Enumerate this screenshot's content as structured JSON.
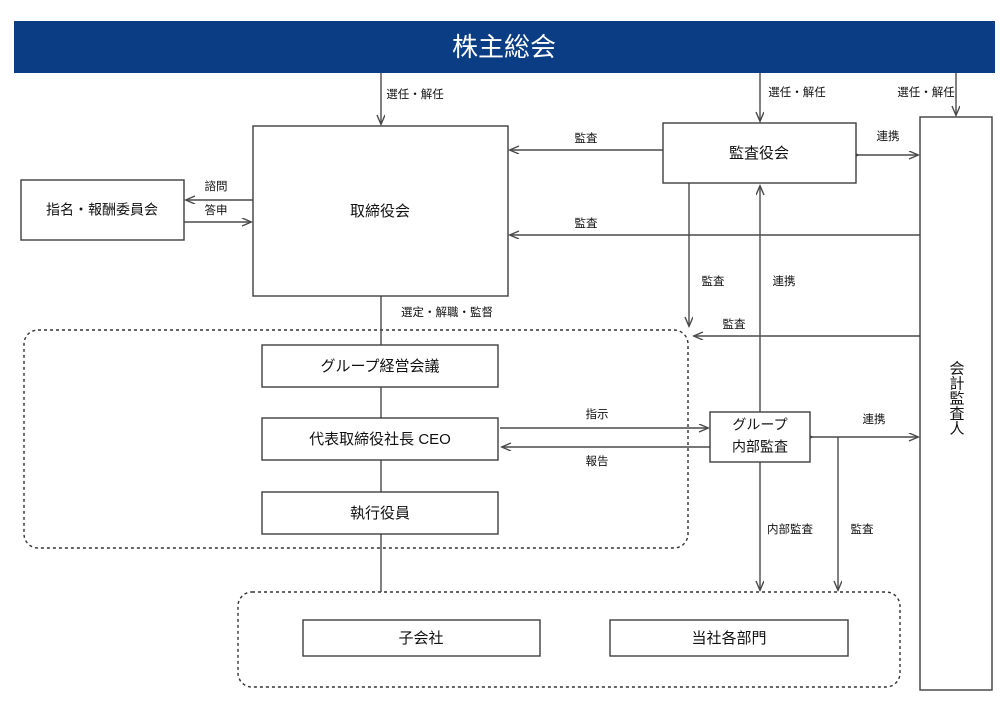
{
  "banner": {
    "label": "株主総会",
    "bg": "#0a3d84",
    "fg": "#ffffff"
  },
  "nodes": {
    "board": "取締役会",
    "committee": "指名・報酬委員会",
    "audit_board": "監査役会",
    "accounting_auditor": "会計監査人",
    "group_mgmt_meeting": "グループ経営会議",
    "ceo": "代表取締役社長 CEO",
    "executive_officers": "執行役員",
    "group_internal_audit_line1": "グループ",
    "group_internal_audit_line2": "内部監査",
    "subsidiary": "子会社",
    "divisions": "当社各部門"
  },
  "edges": {
    "appoint_dismiss_board": "選任・解任",
    "appoint_dismiss_auditboard": "選任・解任",
    "appoint_dismiss_accounting": "選任・解任",
    "consult": "諮問",
    "report_back": "答申",
    "audit_to_board_upper": "監査",
    "audit_to_board_lower": "監査",
    "cooperation_top": "連携",
    "cooperation_mid": "連携",
    "cooperation_audit_unit": "連携",
    "audit_down_left": "監査",
    "audit_into_group": "監査",
    "select_dismiss_supervise": "選定・解職・監督",
    "instruction": "指示",
    "report": "報告",
    "internal_audit_down": "内部監査",
    "audit_down_right": "監査"
  },
  "colors": {
    "banner": "#0a3d84",
    "line": "#4a4a4a",
    "box_stroke": "#3f3f3f",
    "dotted_stroke": "#333333",
    "text": "#111111"
  }
}
